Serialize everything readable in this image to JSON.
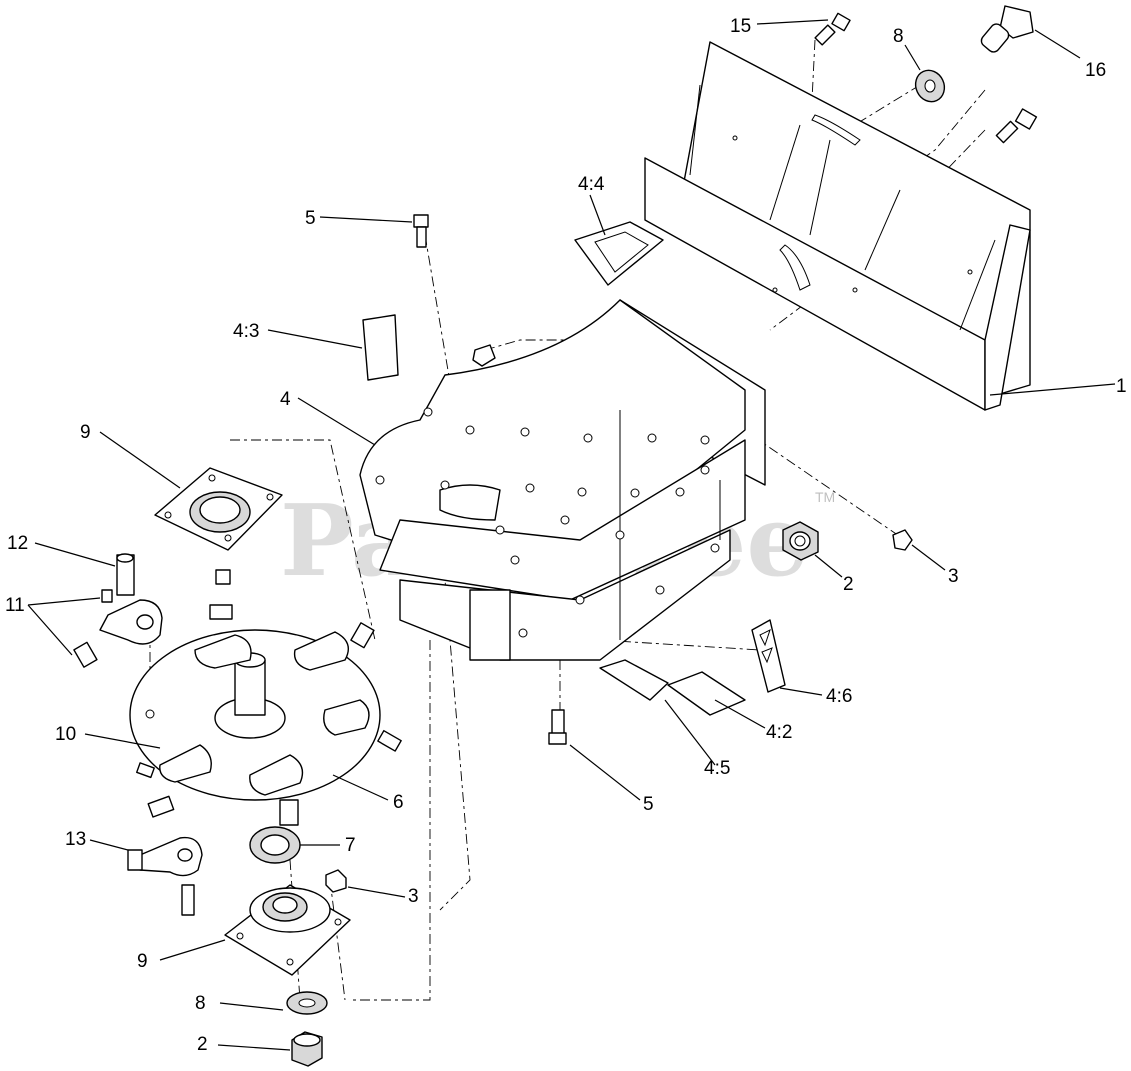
{
  "watermark": {
    "text": "PartsTree",
    "trademark": "TM"
  },
  "callouts": {
    "c1": "1",
    "c2a": "2",
    "c2b": "2",
    "c3a": "3",
    "c3b": "3",
    "c4": "4",
    "c4_2": "4:2",
    "c4_3": "4:3",
    "c4_4": "4:4",
    "c4_5": "4:5",
    "c4_6": "4:6",
    "c5a": "5",
    "c5b": "5",
    "c6": "6",
    "c7": "7",
    "c8a": "8",
    "c8b": "8",
    "c9a": "9",
    "c9b": "9",
    "c10": "10",
    "c11": "11",
    "c12": "12",
    "c13": "13",
    "c15": "15",
    "c16": "16"
  }
}
